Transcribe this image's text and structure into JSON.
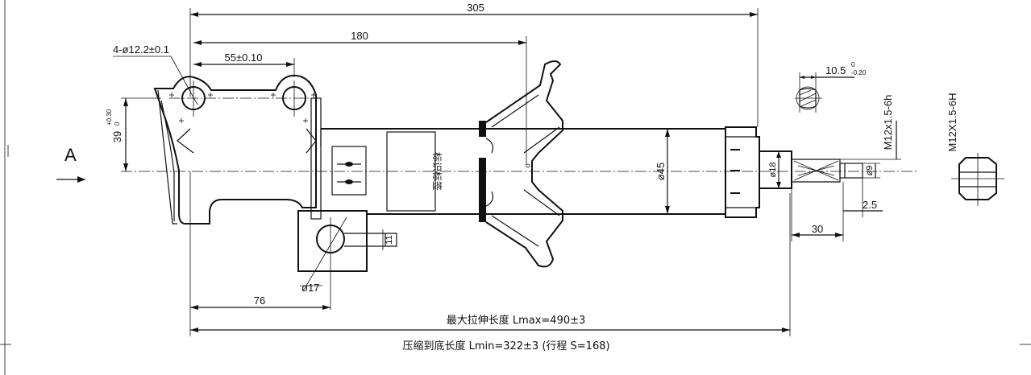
{
  "dimensions": {
    "overall_top": "305",
    "to_spring_seat": "180",
    "hole_spacing": "55±0.10",
    "mount_holes": "4-ø12.2±0.1",
    "height_39": "39",
    "height_39_tol_upper": "+0.30",
    "height_39_tol_lower": "0",
    "body_diameter": "ø45",
    "rod_diameter": "ø18",
    "thread_tip_diameter": "ø9",
    "thread_spec_vertical": "M12x1.5-6h",
    "nut_thread_spec": "M12X1.5-6H",
    "flat_width": "10.5",
    "flat_tol_upper": "0",
    "flat_tol_lower": "-0.20",
    "tip_length": "2.5",
    "thread_length": "30",
    "to_clamp_center": "76",
    "clamp_hole_diameter": "ø17",
    "slot_width": "11"
  },
  "view_label": "A",
  "label_box_text": "标识标签",
  "lengths": {
    "max_extended": "最大拉伸长度  Lmax=490±3",
    "compressed": "压缩到底长度  Lmin=322±3  (行程  S=168)"
  }
}
